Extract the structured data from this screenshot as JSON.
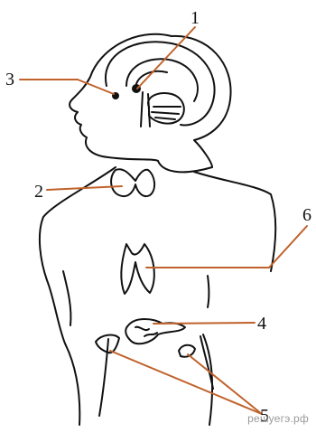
{
  "labels": {
    "n1": "1",
    "n2": "2",
    "n3": "3",
    "n4": "4",
    "n5": "5",
    "n6": "6"
  },
  "watermark": "решуегэ.рф",
  "colors": {
    "outline": "#111111",
    "leader": "#c0622b",
    "watermark": "#9a9a9a"
  }
}
